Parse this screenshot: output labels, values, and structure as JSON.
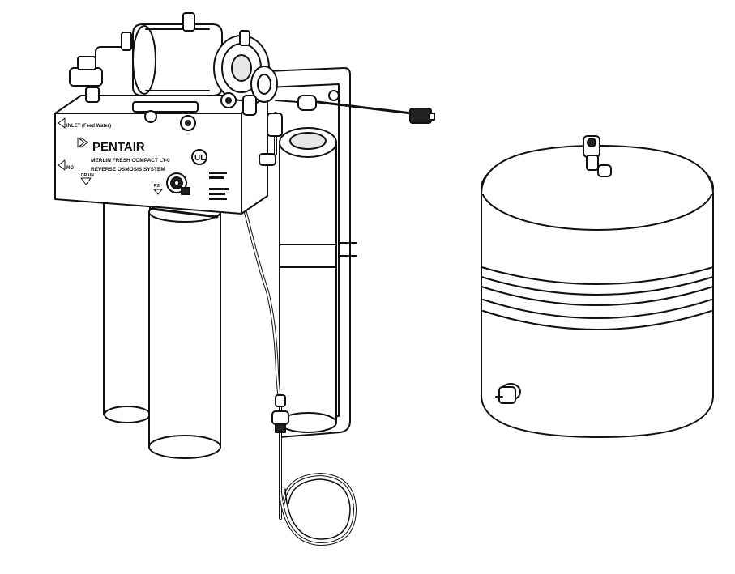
{
  "drawing": {
    "brand": "PENTAIR",
    "ul_mark": "UL",
    "panel_line_1": "MERLIN FRESH  COMPACT LT-0",
    "panel_line_2": "REVERSE OSMOSIS SYSTEM",
    "inlet_label": "INLET (Feed Water)",
    "outlet_label": "RO",
    "drain_label": "DRAIN",
    "gauge_label": "PSI"
  },
  "colors": {
    "line": "#111111",
    "fill": "#ffffff",
    "shade": "#e6e6e6",
    "dark": "#222222"
  }
}
